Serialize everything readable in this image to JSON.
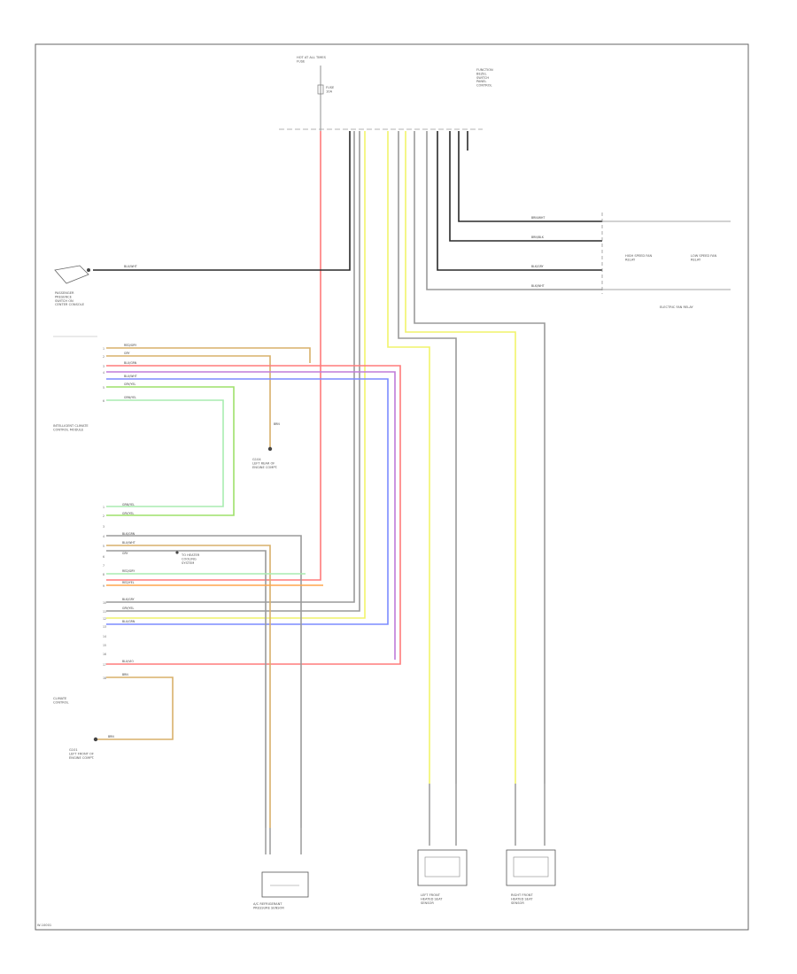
{
  "colors": {
    "black": "#2a2a2a",
    "gray": "#8a8a8a",
    "red": "#ff7b7b",
    "yellow": "#f1f36a",
    "blue": "#7b8cff",
    "violet": "#c07bd8",
    "green": "#9ee06a",
    "orange": "#ffa64d",
    "tan": "#d9b06a",
    "lightgreen": "#a8ecb0",
    "cyan": "#7bc8d6"
  },
  "labels": {
    "top_fuse": "HOT AT ALL TIMES\nFUSE",
    "fuse_small": "FUSE\n10A",
    "top_right": "FUNCTION\nBEZEL\nSWITCH\nPANEL\nCONTROL",
    "wire_pass_sw": "BLU/WHT",
    "pass_switch": "PASSENGER\nPRESENCE\nSWITCH ON\nCENTER CONSOLE",
    "left_header": "",
    "module": "INTELLIGENT CLIMATE\nCONTROL MODULE",
    "ground_mid": "G104\nLEFT REAR OF\nENGINE COMPT.",
    "condenser_note": "TO HEATER\nCOOLING\nSYSTEM",
    "climate_ctrl": "CLIMATE\nCONTROL",
    "ground_low": "G101\nLEFT FRONT OF\nENGINE COMPT.",
    "electric_fan": "ELECTRIC FAN RELAY",
    "fan_relay_1": "HIGH SPEED FAN\nRELAY",
    "fan_relay_2": "LOW SPEED FAN\nRELAY",
    "bottom_left_comp": "A/C REFRIGERANT\nPRESSURE SENSOR",
    "bottom_mid_comp": "LEFT FRONT\nHEATED SEAT\nSENSOR",
    "bottom_right_comp": "RIGHT FRONT\nHEATED SEAT\nSENSOR",
    "footer": "W-10001"
  },
  "wires": {
    "fan_1": "BRN/WHT",
    "fan_2": "BRN/BLK",
    "fan_3": "BLK/GRY",
    "fan_4": "BLK/WHT",
    "gnd_mid": "BRN",
    "gnd_low": "BRN",
    "upper_block": [
      "RED/GRY",
      "GRY",
      "BLU/GRN",
      "BLU/WHT",
      "GRY/YEL",
      "GRN/YEL"
    ],
    "lower_block": [
      "GRN/YEL",
      "GRY/YEL",
      "",
      "BLK/GRN",
      "BLU/WHT",
      "GRY",
      "RED/GRY",
      "RED/YEL",
      "",
      "BLK/GRY",
      "GRY/YEL",
      "BLU/GRN",
      "",
      "",
      "",
      "",
      "BLU/VIO",
      "BRN"
    ]
  },
  "pins": {
    "upper_block": [
      "1",
      "2",
      "3",
      "4",
      "5",
      "6"
    ],
    "lower_block": [
      "1",
      "2",
      "3",
      "4",
      "5",
      "6",
      "7",
      "8",
      "9",
      "10",
      "11",
      "12",
      "13",
      "14",
      "15",
      "16",
      "17",
      "18"
    ]
  }
}
